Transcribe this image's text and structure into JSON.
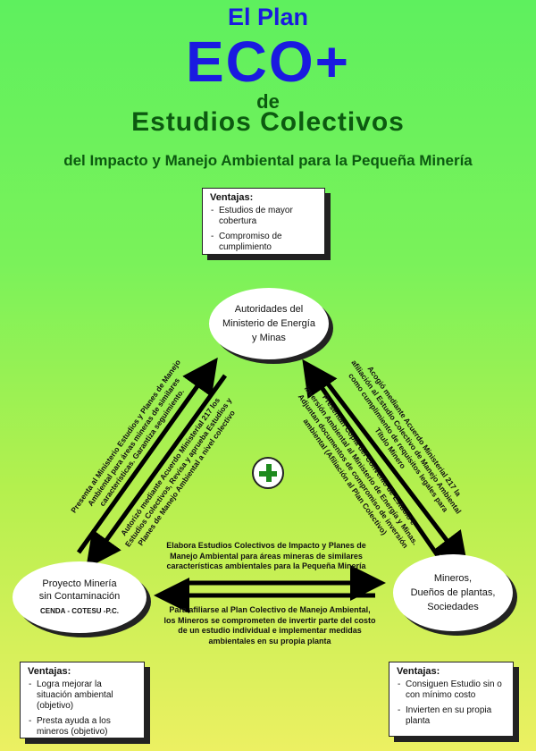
{
  "header": {
    "line1": "El Plan",
    "line2": "ECO+",
    "line3": "de",
    "line4": "Estudios Colectivos",
    "line5": "del Impacto y Manejo Ambiental para la Pequeña Minería"
  },
  "top_box": {
    "title": "Ventajas:",
    "items": [
      "Estudios de mayor cobertura",
      "Compromiso de cumplimiento"
    ]
  },
  "nodes": {
    "ministry": [
      "Autoridades del",
      "Ministerio de Energía",
      "y Minas"
    ],
    "project": [
      "Proyecto Minería",
      "sin Contaminación",
      "CENDA - COTESU -P.C."
    ],
    "miners": [
      "Mineros,",
      "Dueños de plantas,",
      "Sociedades"
    ]
  },
  "arrows": {
    "left_up": "Presenta al Ministerio Estudios y Planes de Manejo Ambiental para áreas mineras de similares características. Garantiza seguimiento.",
    "left_down": "Autorizó mediante Acuerdo Ministerial 217 los Estudios Colectivos, Revisa y aprueba Estudios y Planes de Manejo Ambiental a nivel colectivo",
    "right_down": "Acogió mediante Acuerdo Ministerial 217 la afiliación al Estudio Colectivo de Manejo Ambiental como cumplimiento de requisitos legales para Título Minero",
    "right_up": "Presentan Copia del Convenio de Estudio e inversión Ambiental al Ministerio de Energía y Minas. Adjuntan documentos de compromiso de inversión ambiental (Afiliación al Plan Colectivo)",
    "bottom_right": "Elabora Estudios Colectivos de Impacto y Planes de Manejo Ambiental para áreas mineras de similares características ambientales para la Pequeña Minería",
    "bottom_left": "Para afiliarse al Plan Colectivo de Manejo Ambiental, los Mineros se comprometen de invertir parte del costo de un estudio individual e implementar medidas ambientales en su propia planta"
  },
  "left_box": {
    "title": "Ventajas:",
    "items": [
      "Logra mejorar la situación ambiental (objetivo)",
      "Presta ayuda a los mineros (objetivo)"
    ]
  },
  "right_box": {
    "title": "Ventajas:",
    "items": [
      "Consiguen Estudio sin o con mínimo costo",
      "Invierten en su propia planta"
    ]
  },
  "colors": {
    "title_blue": "#1a1ae0",
    "title_green": "#0c5a10",
    "plus_green": "#1e8a1e",
    "bg_top": "#5ef05e",
    "bg_bottom": "#ecf062"
  }
}
